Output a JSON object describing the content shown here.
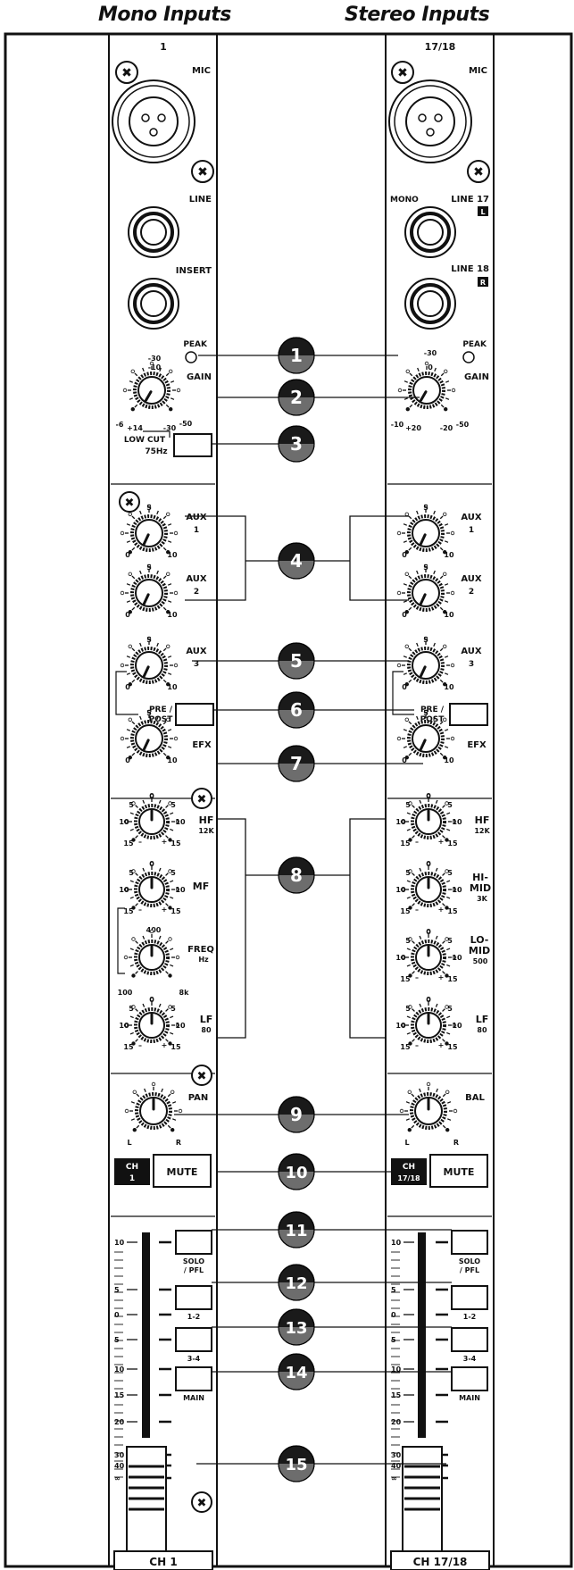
{
  "headers": {
    "mono": "Mono Inputs",
    "stereo": "Stereo Inputs"
  },
  "mono": {
    "channel_number": "1",
    "mic": "MIC",
    "line": "LINE",
    "insert": "INSERT",
    "peak": "PEAK",
    "gain": "GAIN",
    "gain_scale": {
      "top": "-30",
      "upper": "-10",
      "left": "-6",
      "lower_left": "+14",
      "lower_right": "-30",
      "right": "-50"
    },
    "low_cut": "LOW CUT",
    "low_cut_freq": "75Hz",
    "aux1": "AUX",
    "aux1_num": "1",
    "aux2": "AUX",
    "aux2_num": "2",
    "aux3": "AUX",
    "aux3_num": "3",
    "pre": "PRE /",
    "post": "POST",
    "efx": "EFX",
    "hf": "HF",
    "hf_freq": "12K",
    "mf": "MF",
    "freq": "FREQ",
    "freq_unit": "Hz",
    "freq_top": "400",
    "freq_min": "100",
    "freq_max": "8k",
    "lf": "LF",
    "lf_freq": "80",
    "pan": "PAN",
    "pan_l": "L",
    "pan_r": "R",
    "ch_label": "CH",
    "ch_num": "1",
    "mute": "MUTE",
    "solo": "SOLO",
    "pfl": "/ PFL",
    "bus12": "1-2",
    "bus34": "3-4",
    "main": "MAIN",
    "name_strip": "CH 1"
  },
  "stereo": {
    "channel_number": "17/18",
    "mic": "MIC",
    "mono": "MONO",
    "line17": "LINE 17",
    "l_badge": "L",
    "line18": "LINE 18",
    "r_badge": "R",
    "peak": "PEAK",
    "gain": "GAIN",
    "gain_scale": {
      "top": "-30",
      "upper": "0",
      "left": "-10",
      "lower_left": "+20",
      "lower_right": "-20",
      "right": "-50"
    },
    "aux1": "AUX",
    "aux1_num": "1",
    "aux2": "AUX",
    "aux2_num": "2",
    "aux3": "AUX",
    "aux3_num": "3",
    "pre": "PRE /",
    "post": "POST",
    "efx": "EFX",
    "hf": "HF",
    "hf_freq": "12K",
    "himid": "HI-",
    "himid2": "MID",
    "himid_freq": "3K",
    "lomid": "LO-",
    "lomid2": "MID",
    "lomid_freq": "500",
    "lf": "LF",
    "lf_freq": "80",
    "bal": "BAL",
    "bal_l": "L",
    "bal_r": "R",
    "ch_label": "CH",
    "ch_num": "17/18",
    "mute": "MUTE",
    "solo": "SOLO",
    "pfl": "/ PFL",
    "bus12": "1-2",
    "bus34": "3-4",
    "main": "MAIN",
    "name_strip": "CH 17/18"
  },
  "knob_scale": {
    "min": "0",
    "mid": "5",
    "max": "10"
  },
  "eq_scale": {
    "center": "0",
    "five": "5",
    "ten": "10",
    "fifteen": "15",
    "minus": "–",
    "plus": "+"
  },
  "fader_scale": [
    "10",
    "5",
    "0",
    "5",
    "10",
    "15",
    "20",
    "30",
    "40",
    "∞"
  ],
  "callouts": [
    "1",
    "2",
    "3",
    "4",
    "5",
    "6",
    "7",
    "8",
    "9",
    "10",
    "11",
    "12",
    "13",
    "14",
    "15"
  ]
}
